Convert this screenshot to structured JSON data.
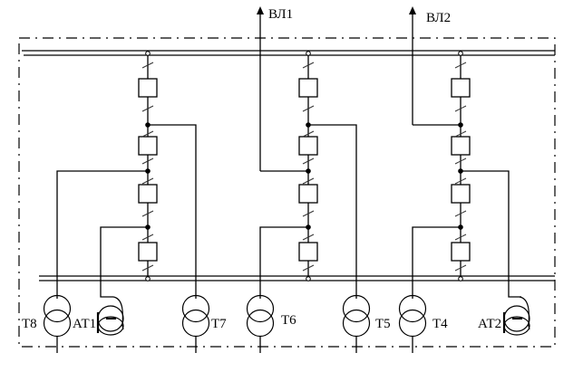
{
  "diagram": {
    "type": "single-line electrical substation scheme",
    "lines": [
      {
        "id": "vl1",
        "label": "ВЛ1"
      },
      {
        "id": "vl2",
        "label": "ВЛ2"
      }
    ],
    "transformers": [
      {
        "id": "t8",
        "label": "Т8",
        "kind": "two-winding"
      },
      {
        "id": "at1",
        "label": "АТ1",
        "kind": "autotransformer"
      },
      {
        "id": "t7",
        "label": "Т7",
        "kind": "two-winding"
      },
      {
        "id": "t6",
        "label": "Т6",
        "kind": "two-winding"
      },
      {
        "id": "t5",
        "label": "Т5",
        "kind": "two-winding"
      },
      {
        "id": "t4",
        "label": "Т4",
        "kind": "two-winding"
      },
      {
        "id": "at2",
        "label": "АТ2",
        "kind": "autotransformer"
      }
    ],
    "chains": [
      {
        "id": "chain-1",
        "breakers": 4,
        "taps": [
          "Т7",
          "Т8",
          "АТ1"
        ]
      },
      {
        "id": "chain-2",
        "breakers": 4,
        "taps": [
          "Т5",
          "ВЛ1",
          "Т6"
        ]
      },
      {
        "id": "chain-3",
        "breakers": 4,
        "taps": [
          "ВЛ2",
          "АТ2",
          "Т4"
        ]
      }
    ],
    "buses": [
      "upper-bus-system",
      "lower-bus-system"
    ],
    "colors": {
      "line": "#000000",
      "background": "#ffffff"
    }
  }
}
